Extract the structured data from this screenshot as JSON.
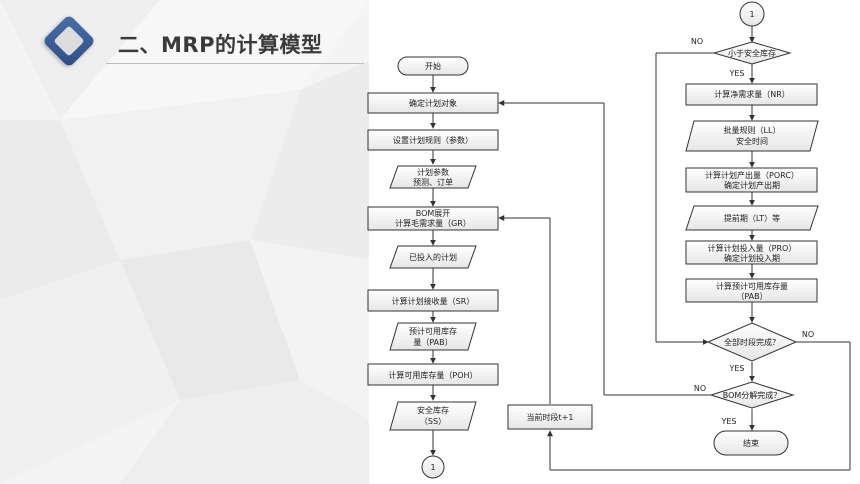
{
  "slide": {
    "title": "二、MRP的计算模型"
  },
  "flowchart": {
    "left_column": {
      "start": "开始",
      "step_confirm_object": "确定计划对象",
      "step_set_rules": "设置计划规则（参数）",
      "io_plan_params_l1": "计划参数",
      "io_plan_params_l2": "预测、订单",
      "step_bom_l1": "BOM展开",
      "step_bom_l2": "计算毛需求量（GR）",
      "io_released_plan": "已投入的计划",
      "step_sr": "计算计划接收量（SR）",
      "io_pab_l1": "预计可用库存",
      "io_pab_l2": "量（PAB）",
      "step_poh": "计算可用库存量（POH）",
      "io_ss_l1": "安全库存",
      "io_ss_l2": "（SS）",
      "connector_bottom": "1",
      "loop_next_period": "当前时段t+1"
    },
    "right_column": {
      "connector_top": "1",
      "decision_below_ss": "小于安全库存",
      "label_no_1": "NO",
      "label_yes_1": "YES",
      "step_nr": "计算净需求量（NR）",
      "io_lot_l1": "批量规则（LL）",
      "io_lot_l2": "安全时间",
      "step_porc_l1": "计算计划产出量（PORC）",
      "step_porc_l2": "确定计划产出期",
      "io_lead_time": "提前期（LT）等",
      "step_pro_l1": "计算计划投入量（PRO）",
      "step_pro_l2": "确定计划投入期",
      "step_pab_l1": "计算预计可用库存量",
      "step_pab_l2": "（PAB）",
      "decision_all_periods": "全部时段完成？",
      "label_no_2": "NO",
      "label_yes_2": "YES",
      "decision_bom_done": "BOM分解完成？",
      "label_no_3": "NO",
      "label_yes_3": "YES",
      "end": "结束"
    }
  }
}
